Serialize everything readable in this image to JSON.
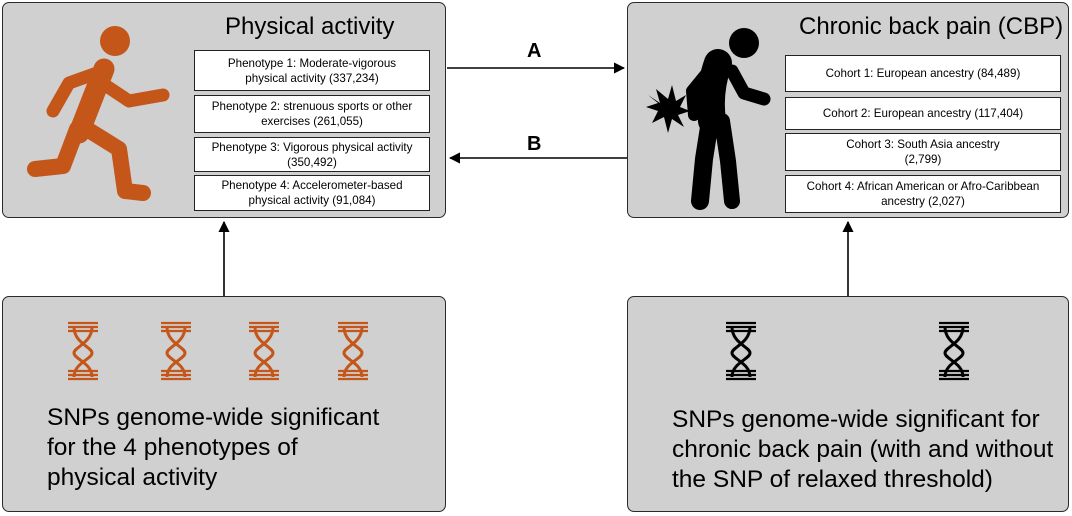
{
  "physical_activity": {
    "title": "Physical activity",
    "phenotypes": [
      {
        "line1": "Phenotype 1: Moderate-vigorous",
        "line2": "physical activity (337,234)"
      },
      {
        "line1": "Phenotype 2: strenuous sports or other",
        "line2": "exercises (261,055)"
      },
      {
        "line1": "Phenotype 3: Vigorous physical activity",
        "line2": "(350,492)"
      },
      {
        "line1": "Phenotype 4: Accelerometer-based",
        "line2": "physical activity (91,084)"
      }
    ]
  },
  "cbp": {
    "title": "Chronic back pain (CBP)",
    "cohorts": [
      {
        "line1": "Cohort 1: European ancestry (84,489)",
        "line2": ""
      },
      {
        "line1": "Cohort 2: European ancestry (117,404)",
        "line2": ""
      },
      {
        "line1": "Cohort 3: South Asia ancestry",
        "line2": "(2,799)"
      },
      {
        "line1": "Cohort 4: African American or Afro-Caribbean",
        "line2": "ancestry (2,027)"
      }
    ]
  },
  "arrows": {
    "a": "A",
    "b": "B"
  },
  "snp_pa": {
    "lines": [
      "SNPs genome-wide significant",
      "for the 4 phenotypes of",
      "physical activity"
    ]
  },
  "snp_cbp": {
    "lines": [
      "SNPs genome-wide significant for",
      "chronic back pain (with and without",
      "the SNP of relaxed threshold)"
    ]
  },
  "colors": {
    "orange": "#c4561a",
    "black": "#000000",
    "panel": "#d0d0d0"
  }
}
